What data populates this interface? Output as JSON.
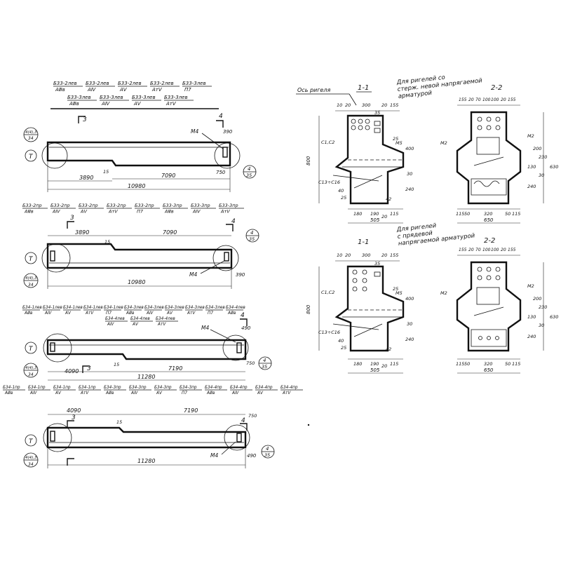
{
  "left": {
    "beam1": {
      "marks_top": [
        {
          "num": "Б33-2лев",
          "den": "АⅢв"
        },
        {
          "num": "Б33-2лев",
          "den": "АⅣ"
        },
        {
          "num": "Б33-2лев",
          "den": "АV"
        },
        {
          "num": "Б33-2лев",
          "den": "АтV"
        },
        {
          "num": "Б33-3лев",
          "den": "П7"
        }
      ],
      "marks_bottom": [
        {
          "num": "Б33-3лев",
          "den": "АⅢв"
        },
        {
          "num": "Б33-3лев",
          "den": "АⅣ"
        },
        {
          "num": "Б33-3лев",
          "den": "АV"
        },
        {
          "num": "Б33-3лев",
          "den": "АтV"
        }
      ],
      "dims": {
        "left_len": "3890",
        "right_len": "7090",
        "total": "10980",
        "small": "15",
        "end_h": "390",
        "end_b": "750"
      },
      "sections": {
        "s3": "3",
        "s4": "4"
      },
      "callouts": {
        "node": "Т",
        "ref_top": "4",
        "ref_bot": "35",
        "left_top": "4(4),3",
        "left_bot": "34",
        "m": "М4"
      }
    },
    "beam2": {
      "marks": [
        {
          "num": "Б33-2пр",
          "den": "АⅢв"
        },
        {
          "num": "Б33-2пр",
          "den": "АⅣ"
        },
        {
          "num": "Б33-2пр",
          "den": "АV"
        },
        {
          "num": "Б33-2пр",
          "den": "АтV"
        },
        {
          "num": "Б33-2пр",
          "den": "П7"
        },
        {
          "num": "Б33-3пр",
          "den": "АⅢв"
        },
        {
          "num": "Б33-3пр",
          "den": "АⅣ"
        },
        {
          "num": "Б33-3пр",
          "den": "АтV"
        }
      ],
      "dims": {
        "left_len": "3890",
        "right_len": "7090",
        "total": "10980",
        "small": "15",
        "end_h": "390"
      },
      "sections": {
        "s3": "3",
        "s4": "4"
      },
      "callouts": {
        "node": "Т",
        "ref_top": "4",
        "ref_bot": "35",
        "left_top": "4(4),3",
        "left_bot": "34",
        "m": "М4"
      }
    },
    "beam3": {
      "marks_top": [
        {
          "num": "Б34-1лев",
          "den": "АⅢв"
        },
        {
          "num": "Б34-1лев",
          "den": "АⅣ"
        },
        {
          "num": "Б34-1лев",
          "den": "АV"
        },
        {
          "num": "Б34-1лев",
          "den": "АтV"
        },
        {
          "num": "Б34-1лев",
          "den": "П7"
        },
        {
          "num": "Б34-3лев",
          "den": "АⅢв"
        },
        {
          "num": "Б34-3лев",
          "den": "АⅣ"
        },
        {
          "num": "Б34-3лев",
          "den": "АV"
        },
        {
          "num": "Б34-3лев",
          "den": "АтV"
        },
        {
          "num": "Б34-3лев",
          "den": "П7"
        },
        {
          "num": "Б34-4лев",
          "den": "АⅢв"
        }
      ],
      "marks_bottom": [
        {
          "num": "Б34-4лев",
          "den": "АⅣ"
        },
        {
          "num": "Б34-4лев",
          "den": "АV"
        },
        {
          "num": "Б34-4лев",
          "den": "АтV"
        }
      ],
      "dims": {
        "left_len": "4090",
        "right_len": "7190",
        "total": "11280",
        "small": "15",
        "end_h": "490",
        "end_b": "750"
      },
      "sections": {
        "s3": "3",
        "s4": "4"
      },
      "callouts": {
        "node": "Т",
        "ref_top": "4",
        "ref_bot": "35",
        "left_top": "4(4),3",
        "left_bot": "34",
        "m": "М4"
      }
    },
    "beam4": {
      "marks": [
        {
          "num": "Б34-1пр",
          "den": "АⅢв"
        },
        {
          "num": "Б34-1пр",
          "den": "АⅣ"
        },
        {
          "num": "Б34-1пр",
          "den": "АV"
        },
        {
          "num": "Б34-1пр",
          "den": "АтV"
        },
        {
          "num": "Б34-3пр",
          "den": "АⅢв"
        },
        {
          "num": "Б34-3пр",
          "den": "АⅣ"
        },
        {
          "num": "Б34-3пр",
          "den": "АV"
        },
        {
          "num": "Б34-3пр",
          "den": "П7"
        },
        {
          "num": "Б34-4пр",
          "den": "АⅢв"
        },
        {
          "num": "Б34-4пр",
          "den": "АⅣ"
        },
        {
          "num": "Б34-4пр",
          "den": "АV"
        },
        {
          "num": "Б34-4пр",
          "den": "АтV"
        }
      ],
      "dims": {
        "left_len": "4090",
        "right_len": "7190",
        "total": "11280",
        "small": "15",
        "end_h": "490",
        "end_b": "750"
      },
      "sections": {
        "s3": "3",
        "s4": "4"
      },
      "callouts": {
        "node": "Т",
        "ref_top": "4",
        "ref_bot": "35",
        "left_top": "4(4),3",
        "left_bot": "34",
        "m": "М4"
      }
    }
  },
  "right": {
    "axis_label": "Ось ригеля",
    "top_heading": "Для ригелей со стерж. невой напрягаемой арматурой",
    "bottom_heading": "Для ригелей с прядевой напрягаемой арматурой",
    "top": {
      "sec1": {
        "title": "1-1",
        "top_dims": [
          "10",
          "20",
          "300",
          "20",
          "155"
        ],
        "small": "35",
        "height": "800",
        "labels": [
          "С1,С2",
          "С13÷С16",
          "М5",
          "25",
          "400",
          "30",
          "240",
          "42",
          "25",
          "40"
        ],
        "bottom_dims": [
          "180",
          "190",
          "115"
        ],
        "bottom_extra": "20",
        "width": "505"
      },
      "sec2": {
        "title": "2-2",
        "top_dims": [
          "155",
          "20",
          "70",
          "100",
          "100",
          "20",
          "155"
        ],
        "labels": [
          "М2",
          "М2",
          "200",
          "130",
          "240",
          "230",
          "30",
          "630"
        ],
        "bottom_dims": [
          "115",
          "50",
          "320",
          "50",
          "115"
        ],
        "width": "650"
      }
    },
    "bottom": {
      "sec1": {
        "title": "1-1",
        "top_dims": [
          "10",
          "20",
          "300",
          "20",
          "155"
        ],
        "small": "35",
        "height": "800",
        "labels": [
          "С1,С2",
          "С13÷С16",
          "М5",
          "25",
          "400",
          "30",
          "240",
          "42",
          "25",
          "40"
        ],
        "bottom_dims": [
          "180",
          "190",
          "115"
        ],
        "bottom_extra": "20",
        "width": "505"
      },
      "sec2": {
        "title": "2-2",
        "top_dims": [
          "155",
          "20",
          "70",
          "100",
          "100",
          "20",
          "155"
        ],
        "labels": [
          "М2",
          "М2",
          "200",
          "130",
          "240",
          "230",
          "30",
          "630"
        ],
        "bottom_dims": [
          "115",
          "50",
          "320",
          "50",
          "115"
        ],
        "width": "650"
      }
    }
  }
}
